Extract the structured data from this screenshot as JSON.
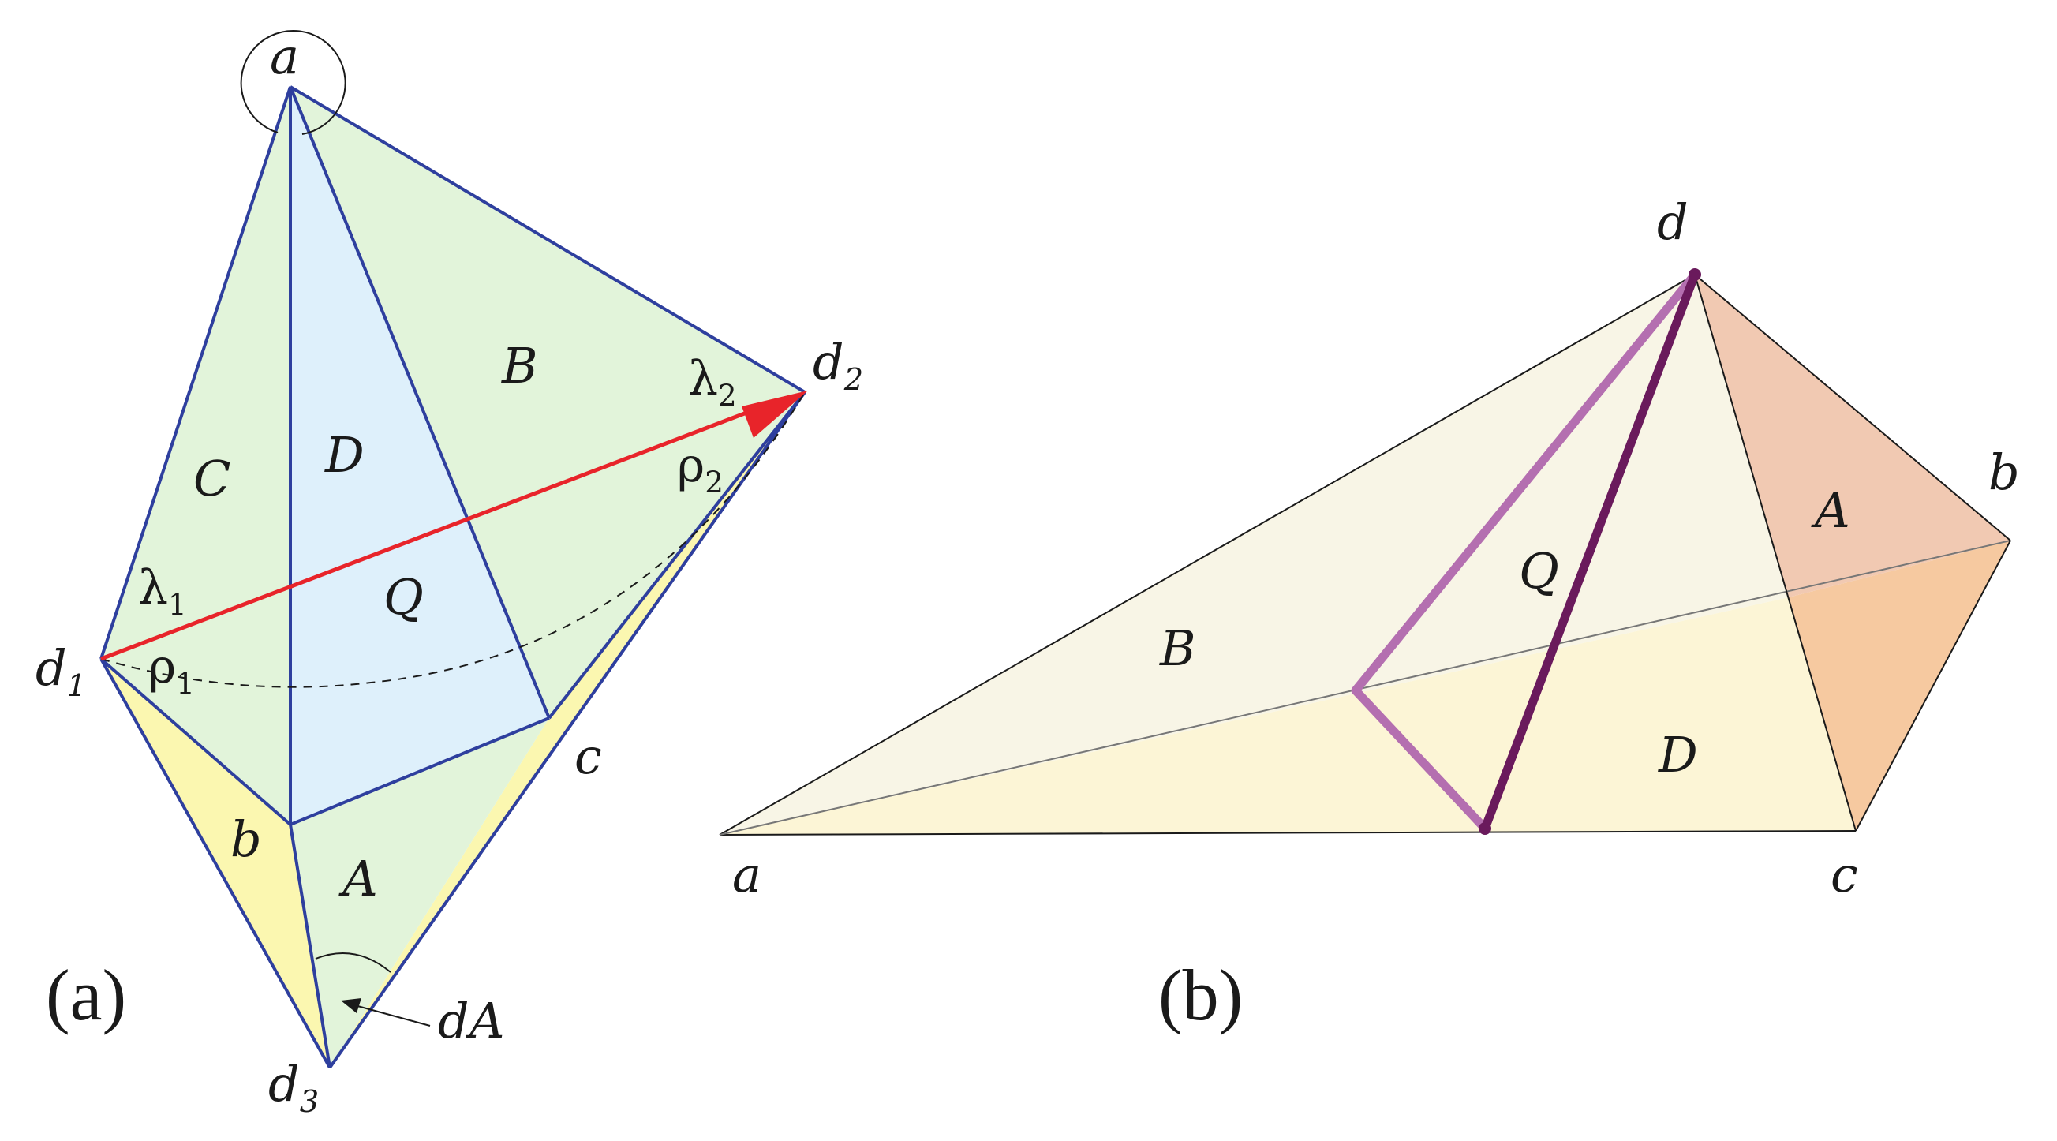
{
  "panel_a": {
    "caption": "(a)",
    "vertex_labels": {
      "a": "a",
      "b": "b",
      "c": "c",
      "d1": "d",
      "d1_sub": "1",
      "d2": "d",
      "d2_sub": "2",
      "d3": "d",
      "d3_sub": "3"
    },
    "face_labels": {
      "A": "A",
      "B": "B",
      "C": "C",
      "D": "D",
      "Q": "Q"
    },
    "greek_labels": {
      "lambda1": "λ",
      "lambda1_sub": "1",
      "rho1": "ρ",
      "rho1_sub": "1",
      "lambda2": "λ",
      "lambda2_sub": "2",
      "rho2": "ρ",
      "rho2_sub": "2"
    },
    "angle_label": "dA",
    "colors": {
      "face_green": "#e2f4da",
      "face_blue": "#def0fb",
      "face_yellow": "#fbf7b0",
      "edge": "#2e3f9e",
      "arrow": "#e8242a"
    }
  },
  "panel_b": {
    "caption": "(b)",
    "vertex_labels": {
      "a": "a",
      "b": "b",
      "c": "c",
      "d": "d"
    },
    "face_labels": {
      "A": "A",
      "B": "B",
      "D": "D",
      "Q": "Q"
    },
    "colors": {
      "face_cream": "#f8f5e6",
      "face_yellow": "#fcf5d6",
      "face_peach": "#f1c9b2",
      "face_orange": "#f6c9a0",
      "path_light": "#b46fb0",
      "path_dark": "#6a1a5c"
    }
  }
}
